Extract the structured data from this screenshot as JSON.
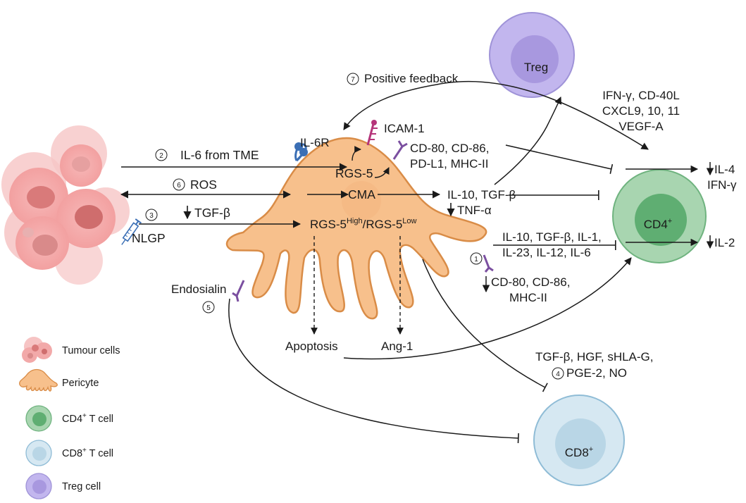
{
  "cells": {
    "treg": "Treg",
    "cd4": "CD4",
    "cd4_sup": "+",
    "cd8": "CD8",
    "cd8_sup": "+"
  },
  "pericyte_labels": {
    "rgs5": "RGS-5",
    "cma": "CMA",
    "rgs5_ratio_a": "RGS-5",
    "rgs5_ratio_a_sup": "High",
    "rgs5_ratio_sep": "/RGS-5",
    "rgs5_ratio_b_sup": "Low",
    "il6r": "IL-6R",
    "icam1": "ICAM-1",
    "endosialin": "Endosialin",
    "apoptosis": "Apoptosis",
    "ang1": "Ang-1"
  },
  "pathways": {
    "p1_num": "1",
    "p2_num": "2",
    "p2_label": "IL-6 from TME",
    "p3_num": "3",
    "p3_label": "TGF-β",
    "p3_drug": "NLGP",
    "p4_num": "4",
    "p4_line1": "TGF-β, HGF, sHLA-G,",
    "p4_line2": "PGE-2, NO",
    "p5_num": "5",
    "p6_num": "6",
    "p6_label": "ROS",
    "p7_num": "7",
    "p7_label": "Positive feedback"
  },
  "mediators": {
    "costim_line1": "CD-80, CD-86,",
    "costim_line2": "PD-L1, MHC-II",
    "il10_tgfb": "IL-10, TGF-β",
    "tnfa": "TNF-α",
    "cytokines_line1": "IL-10, TGF-β, IL-1,",
    "cytokines_line2": "IL-23, IL-12, IL-6",
    "down_costim_line1": "CD-80, CD-86,",
    "down_costim_line2": "MHC-II",
    "cd4_input_line1": "IFN-γ, CD-40L",
    "cd4_input_line2": "CXCL9, 10, 11",
    "cd4_input_line3": "VEGF-A",
    "il4": "IL-4",
    "ifng": "IFN-γ",
    "il2": "IL-2"
  },
  "legend": [
    {
      "label": "Tumour cells"
    },
    {
      "label": "Pericyte"
    },
    {
      "label": "CD4",
      "sup": "+",
      "suffix": " T cell"
    },
    {
      "label": "CD8",
      "sup": "+",
      "suffix": " T cell"
    },
    {
      "label": "Treg cell"
    }
  ],
  "colors": {
    "pericyte_fill": "#f7c08c",
    "pericyte_stroke": "#d98c47",
    "tumour": "#f2a9a9",
    "tumour_nucleus": "#d97a7a",
    "cd4_outer": "#a8d5b0",
    "cd4_inner": "#5fae72",
    "cd8_outer": "#d6e8f2",
    "cd8_inner": "#b9d6e6",
    "treg_outer": "#c2b6ee",
    "treg_inner": "#a898df",
    "receptor_blue": "#3b6fb5",
    "receptor_purple": "#7b4fa0",
    "icam_magenta": "#b5357a"
  }
}
